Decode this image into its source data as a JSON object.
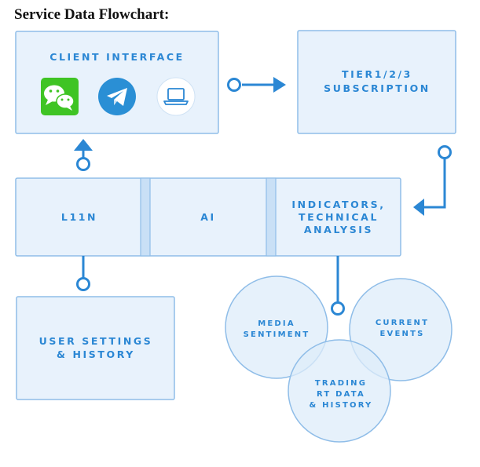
{
  "title": "Service Data Flowchart:",
  "nodes": {
    "client_interface": "CLIENT INTERFACE",
    "subscription": [
      "TIER1/2/3",
      "SUBSCRIPTION"
    ],
    "l11n": "L11N",
    "ai": "AI",
    "indicators": [
      "INDICATORS,",
      "TECHNICAL",
      "ANALYSIS"
    ],
    "user_settings": [
      "USER SETTINGS",
      "& HISTORY"
    ],
    "media_sentiment": [
      "MEDIA",
      "SENTIMENT"
    ],
    "current_events": [
      "CURRENT",
      "EVENTS"
    ],
    "trading": [
      "TRADING",
      "RT DATA",
      "& HISTORY"
    ]
  },
  "icons": [
    "wechat-icon",
    "telegram-icon",
    "laptop-icon"
  ],
  "colors": {
    "accent": "#2b87d4",
    "box_fill": "#e8f2fc",
    "box_stroke": "#8fbde8",
    "circle_fill": "#deecfa"
  }
}
